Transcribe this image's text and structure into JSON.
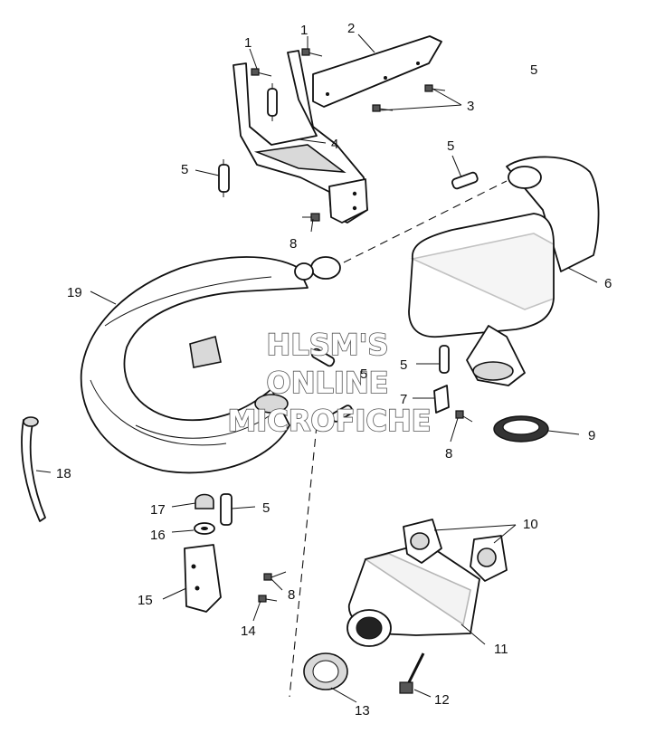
{
  "watermark": {
    "line1": "HLSM'S",
    "line2": "ONLINE",
    "line3": "MICROFICHE"
  },
  "callouts": {
    "c1a": "1",
    "c1b": "1",
    "c2": "2",
    "c3": "3",
    "c4": "4",
    "c5a": "5",
    "c5b": "5",
    "c5c": "5",
    "c5d": "5",
    "c5e": "5",
    "c5f": "5",
    "c6": "6",
    "c7": "7",
    "c8a": "8",
    "c8b": "8",
    "c8c": "8",
    "c9": "9",
    "c10": "10",
    "c11": "11",
    "c12": "12",
    "c13": "13",
    "c14": "14",
    "c15": "15",
    "c16": "16",
    "c17": "17",
    "c18": "18",
    "c19": "19"
  }
}
